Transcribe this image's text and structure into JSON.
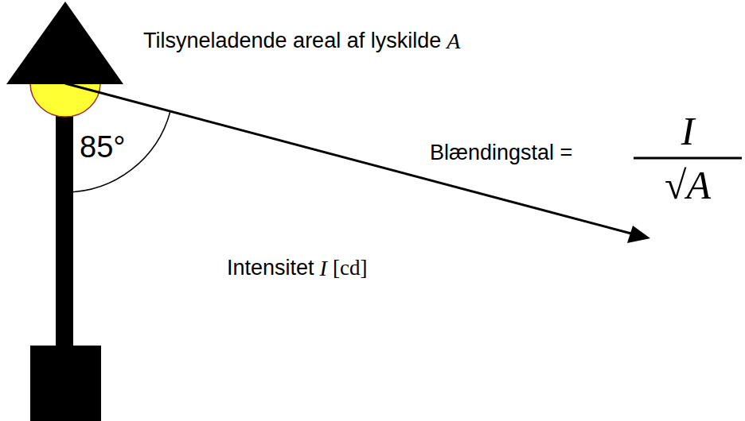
{
  "diagram": {
    "labels": [
      "Tilsyneladende areal af lyskilde",
      "A",
      "Blændingstal =",
      "I",
      "√A",
      "85°",
      "Intensitet",
      "I",
      "[cd]"
    ]
  }
}
